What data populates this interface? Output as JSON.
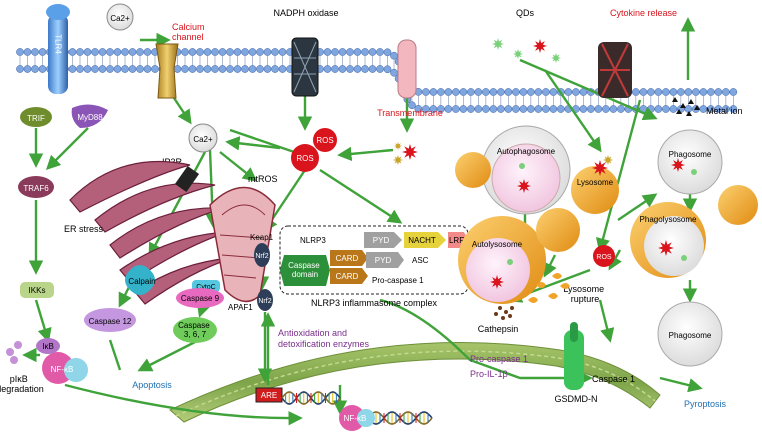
{
  "labels": {
    "ca_top": "Ca2+",
    "calcium_channel": "Calcium\nchannel",
    "nadph": "NADPH oxidase",
    "qds": "QDs",
    "cytokine": "Cytokine release",
    "tlr4": "TLR4",
    "trif": "TRIF",
    "myd88": "MyD88",
    "ca_mid": "Ca2+",
    "ros_top": "ROS",
    "ros_mid": "ROS",
    "transmembrane": "Transmembrane",
    "metal_ion": "Metal ion",
    "ip3r": "IP3R",
    "traf6": "TRAF6",
    "mtros": "mtROS",
    "er_stress": "ER stress",
    "autophagosome": "Autophagosome",
    "phagosome_top": "Phagosome",
    "keap1": "Keap1",
    "nrf2_a": "Nrf2",
    "nrf2_b": "Nrf2",
    "nlrp3": "NLRP3",
    "pyd_a": "PYD",
    "nacht": "NACHT",
    "lrr": "LRR",
    "caspase_domain": "Caspase\ndomain",
    "card_a": "CARD",
    "card_b": "CARD",
    "pyd_b": "PYD",
    "asc": "ASC",
    "pro_caspase1": "Pro-caspase 1",
    "inflammasome": "NLRP3 inflammasome complex",
    "autolysosome": "Autolysosome",
    "lysosome": "Lysosome",
    "phagolysosome": "Phagolysosome",
    "ros_lyso": "ROS",
    "ikks": "IKKs",
    "calpain": "Calpain",
    "cytoc": "CytoC",
    "caspase9": "Caspase 9",
    "apaf1": "APAF1",
    "caspase12": "Caspase 12",
    "caspase367": "Caspase\n3, 6, 7",
    "lysosome_rupture": "Lysosome\nrupture",
    "cathepsin": "Cathepsin",
    "antioxidation": "Antioxidation and\ndetoxification enzymes",
    "ikb": "IκB",
    "nfkb": "NF-κB",
    "pikb": "pIκB\ndegradation",
    "apoptosis": "Apoptosis",
    "pro_caspase1_out": "Pro-caspase 1",
    "pro_il1b": "Pro-IL-1β",
    "caspase1": "Caspase 1",
    "gsdmd": "GSDMD-N",
    "pyroptosis": "Pyroptosis",
    "phagosome_bottom": "Phagosome",
    "are": "ARE",
    "nfkb_dna": "NF-κB"
  },
  "colors": {
    "arrow": "#3fa33a",
    "ros": "#d9141c",
    "red_text": "#d9141c",
    "blue_text": "#1f6fb2",
    "purple_text": "#7a2c8c",
    "membrane": "#7fa6de",
    "lysosome": "#f0a42a"
  },
  "icons": {
    "ros_particle": "red-star-icon",
    "qd_particle": "green-star-icon",
    "dna": "dna-helix-icon"
  }
}
